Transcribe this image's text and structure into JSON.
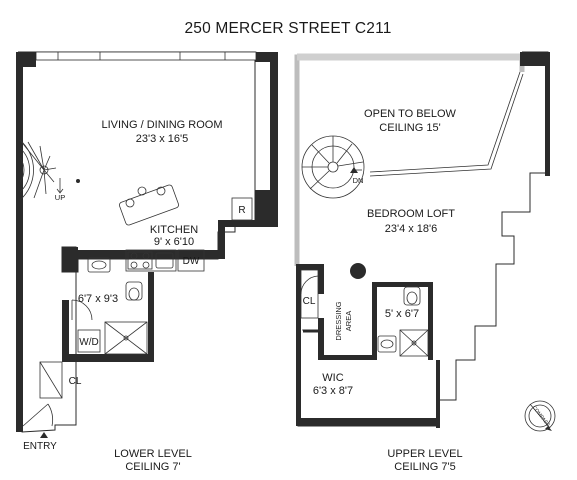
{
  "title": "250 MERCER STREET C211",
  "lower_level": {
    "living_dining": {
      "name": "LIVING / DINING ROOM",
      "dims": "23'3 x 16'5"
    },
    "kitchen": {
      "name": "KITCHEN",
      "dims": "9' x 6'10"
    },
    "refrigerator_label": "R",
    "dishwasher_label": "DW",
    "stair_label": "UP",
    "bath_dims": "6'7 x 9'3",
    "washer_dryer_label": "W/D",
    "closet_label": "CL",
    "entry_label": "ENTRY",
    "level_label": "LOWER LEVEL",
    "ceiling_label": "CEILING 7'"
  },
  "upper_level": {
    "open_to_below": "OPEN TO BELOW",
    "open_ceiling": "CEILING 15'",
    "stair_label": "DN",
    "bedroom": {
      "name": "BEDROOM LOFT",
      "dims": "23'4 x 18'6"
    },
    "closet_label": "CL",
    "dressing_label_1": "DRESSING",
    "dressing_label_2": "AREA",
    "bath_dims": "5' x 6'7",
    "wic": {
      "name": "WIC",
      "dims": "6'3 x 8'7"
    },
    "level_label": "UPPER LEVEL",
    "ceiling_label": "CEILING 7'5"
  },
  "compass_label": "COMPASS"
}
